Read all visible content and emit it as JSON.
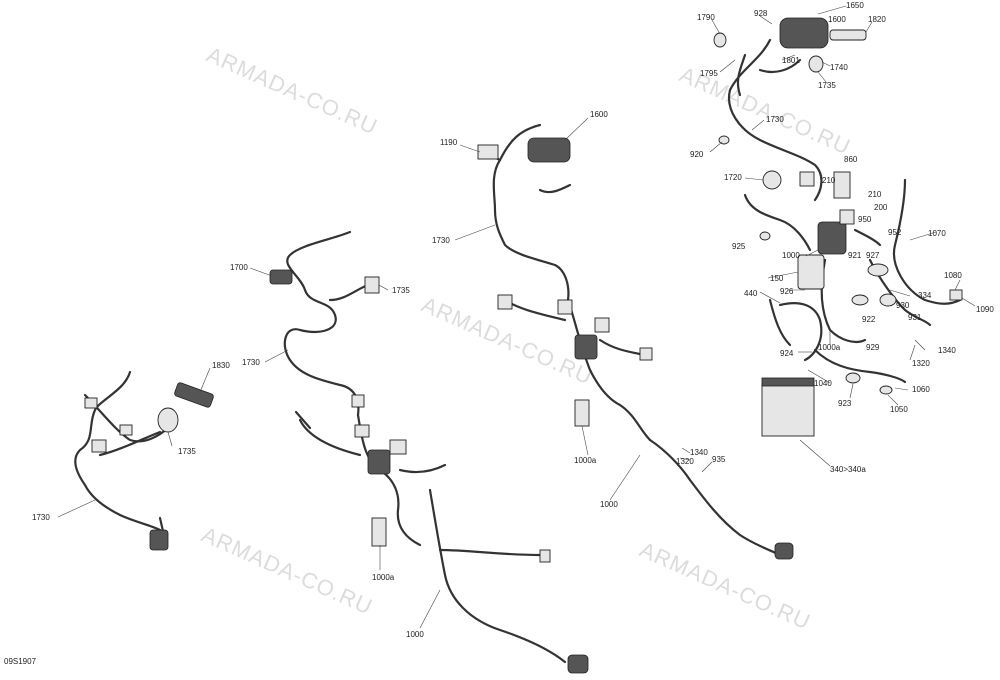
{
  "figure_code": "09S1907",
  "watermark": "ARMADA-CO.RU",
  "callouts": {
    "c1730a": "1730",
    "c1735a": "1735",
    "c1830": "1830",
    "c1700": "1700",
    "c1735b": "1735",
    "c1730b": "1730",
    "c1000a_b": "1000a",
    "c1000_b": "1000",
    "c1190": "1190",
    "c1600a": "1600",
    "c1730c": "1730",
    "c1000a_c": "1000a",
    "c1000_c": "1000",
    "c1340a": "1340",
    "c1320a": "1320",
    "c935": "935",
    "c1790": "1790",
    "c928": "928",
    "c1650": "1650",
    "c1600b": "1600",
    "c1820": "1820",
    "c1795": "1795",
    "c1801": "1801",
    "c1740": "1740",
    "c1735c": "1735",
    "c1730d": "1730",
    "c920": "920",
    "c1720": "1720",
    "c860": "860",
    "c210a": "210",
    "c210b": "210",
    "c200": "200",
    "c950": "950",
    "c952": "952",
    "c1070": "1070",
    "c925": "925",
    "c1000d": "1000",
    "c921": "921",
    "c927": "927",
    "c150": "150",
    "c926": "926",
    "c334": "334",
    "c930": "930",
    "c1080": "1080",
    "c1090": "1090",
    "c440": "440",
    "c931": "931",
    "c922": "922",
    "c1000a_d": "1000a",
    "c929": "929",
    "c924": "924",
    "c1340b": "1340",
    "c1320b": "1320",
    "c1040": "1040",
    "c1060": "1060",
    "c923": "923",
    "c1050": "1050",
    "c340": "340>340a"
  },
  "colors": {
    "line": "#333333",
    "part_fill": "#e6e6e6",
    "watermark": "#dcdcdc"
  }
}
